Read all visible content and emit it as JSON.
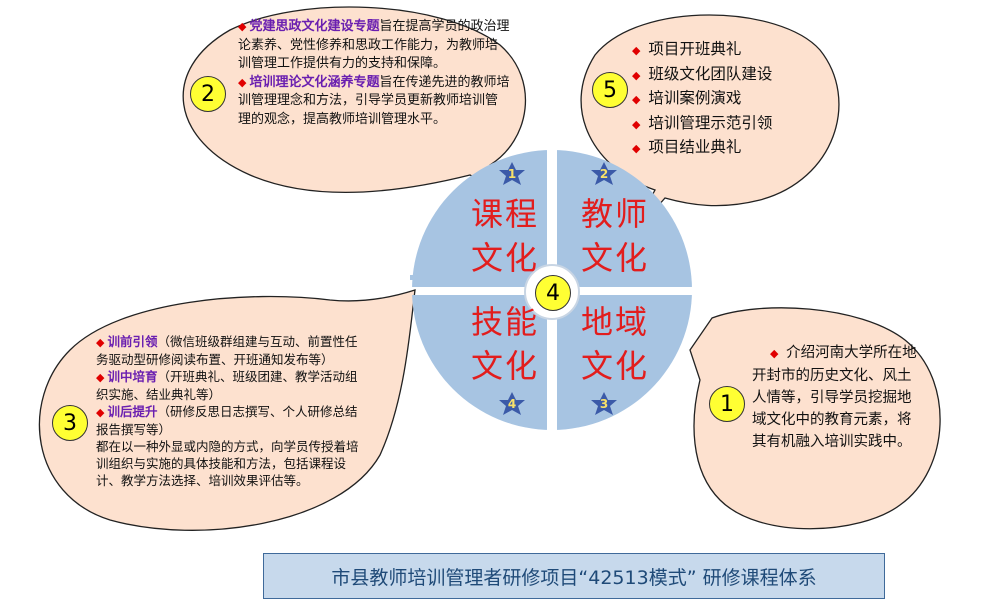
{
  "center": {
    "quadrants": [
      {
        "label_line1": "课程",
        "label_line2": "文化",
        "badge": "1"
      },
      {
        "label_line1": "教师",
        "label_line2": "文化",
        "badge": "2"
      },
      {
        "label_line1": "技能",
        "label_line2": "文化",
        "badge": "4"
      },
      {
        "label_line1": "地域",
        "label_line2": "文化",
        "badge": "3"
      }
    ],
    "center_number": "4"
  },
  "bubble2": {
    "number": "2",
    "item1_title": "党建思政文化建设专题",
    "item1_text": "旨在提高学员的政治理论素养、党性修养和思政工作能力，为教师培训管理工作提供有力的支持和保障。",
    "item2_title": "培训理论文化涵养专题",
    "item2_text": "旨在传递先进的教师培训管理理念和方法，引导学员更新教师培训管理的观念，提高教师培训管理水平。"
  },
  "bubble5": {
    "number": "5",
    "items": [
      "项目开班典礼",
      "班级文化团队建设",
      "培训案例演戏",
      "培训管理示范引领",
      "项目结业典礼"
    ]
  },
  "bubble3": {
    "number": "3",
    "item1_title": "训前引领",
    "item1_text": "（微信班级群组建与互动、前置性任务驱动型研修阅读布置、开班通知发布等）",
    "item2_title": "训中培育",
    "item2_text": "（开班典礼、班级团建、教学活动组织实施、结业典礼等）",
    "item3_title": "训后提升",
    "item3_text": "（研修反思日志撰写、个人研修总结报告撰写等）",
    "summary": "都在以一种外显或内隐的方式，向学员传授着培训组织与实施的具体技能和方法，包括课程设计、教学方法选择、培训效果评估等。"
  },
  "bubble1": {
    "number": "1",
    "text": "介绍河南大学所在地开封市的历史文化、风土人情等，引导学员挖掘地域文化中的教育元素，将其有机融入培训实践中。"
  },
  "title": "市县教师培训管理者研修项目“42513模式” 研修课程体系",
  "colors": {
    "bubble_fill": "#fde1cf",
    "quadrant_fill": "#a7c4e2",
    "label_red": "#e21d1d",
    "title_box": "#c7d9ec"
  },
  "icons": {
    "bullet": "red-diamond-icon",
    "badge": "star-badge-icon"
  }
}
